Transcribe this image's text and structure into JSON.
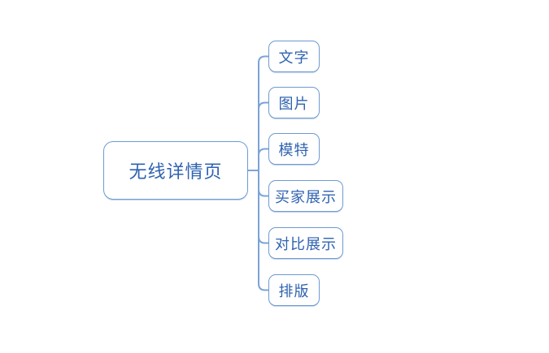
{
  "theme": {
    "node_border": "#6f9ad2",
    "node_text": "#2f62b0",
    "connector": "#7ca3d6",
    "background": "#ffffff"
  },
  "mindmap": {
    "root": {
      "label": "无线详情页"
    },
    "children": [
      {
        "label": "文字"
      },
      {
        "label": "图片"
      },
      {
        "label": "模特"
      },
      {
        "label": "买家展示"
      },
      {
        "label": "对比展示"
      },
      {
        "label": "排版"
      }
    ]
  }
}
